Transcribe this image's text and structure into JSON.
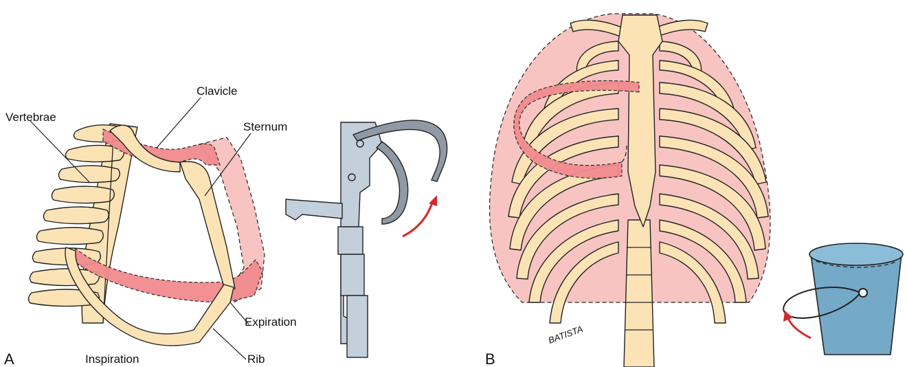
{
  "panels": {
    "a_label": "A",
    "b_label": "B"
  },
  "labels": {
    "vertebrae": "Vertebrae",
    "clavicle": "Clavicle",
    "sternum": "Sternum",
    "expiration": "Expiration",
    "inspiration": "Inspiration",
    "rib": "Rib"
  },
  "signature": "BATISTA",
  "colors": {
    "bone": "#fbe3b6",
    "rib_highlight": "#f28b8f",
    "expansion_shade": "#f7c4c2",
    "pump_handle_metal": "#8f9aa5",
    "bucket": "#74a9c7",
    "arrow": "#d42a2a"
  },
  "icons": [
    "pump-handle-icon",
    "bucket-handle-icon",
    "motion-arrow-icon"
  ]
}
